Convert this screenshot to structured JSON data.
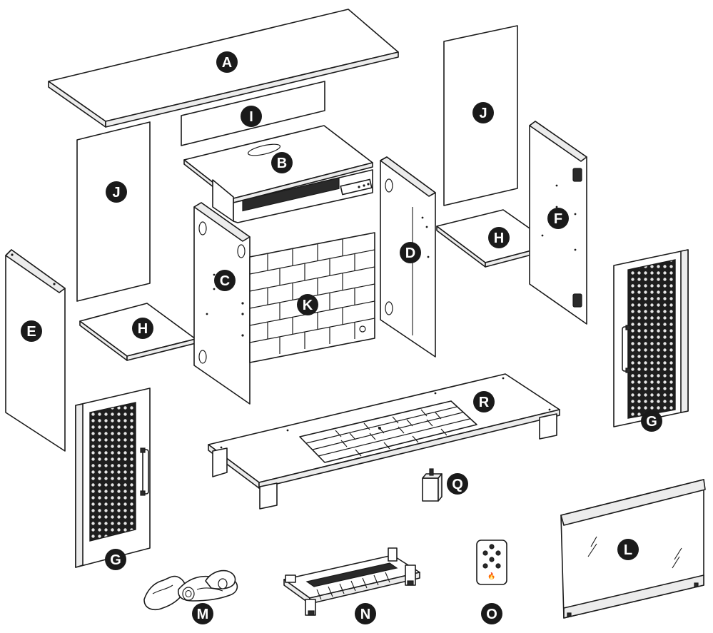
{
  "parts": [
    {
      "id": "A",
      "label": "A"
    },
    {
      "id": "B",
      "label": "B"
    },
    {
      "id": "C",
      "label": "C"
    },
    {
      "id": "D",
      "label": "D"
    },
    {
      "id": "E",
      "label": "E"
    },
    {
      "id": "F",
      "label": "F"
    },
    {
      "id": "G1",
      "label": "G"
    },
    {
      "id": "G2",
      "label": "G"
    },
    {
      "id": "H1",
      "label": "H"
    },
    {
      "id": "H2",
      "label": "H"
    },
    {
      "id": "I",
      "label": "I"
    },
    {
      "id": "J1",
      "label": "J"
    },
    {
      "id": "J2",
      "label": "J"
    },
    {
      "id": "K",
      "label": "K"
    },
    {
      "id": "L",
      "label": "L"
    },
    {
      "id": "M",
      "label": "M"
    },
    {
      "id": "N",
      "label": "N"
    },
    {
      "id": "O",
      "label": "O"
    },
    {
      "id": "Q",
      "label": "Q"
    },
    {
      "id": "R",
      "label": "R"
    }
  ]
}
